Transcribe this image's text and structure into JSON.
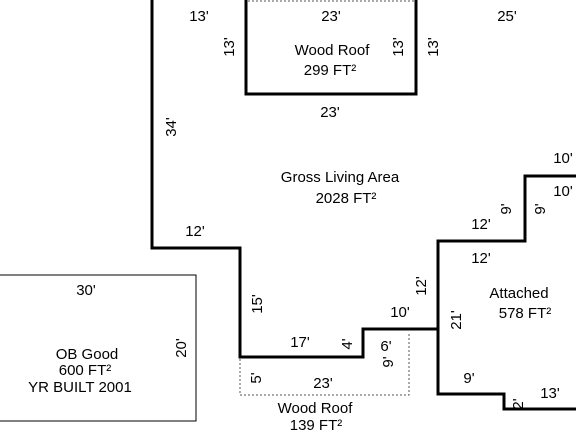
{
  "areas": {
    "wood_roof_top": {
      "name": "Wood Roof",
      "area": "299 FT²"
    },
    "gla": {
      "name": "Gross Living Area",
      "area": "2028 FT²"
    },
    "attached": {
      "name": "Attached",
      "area": "578 FT²"
    },
    "ob": {
      "name": "OB Good",
      "area": "600 FT²",
      "year": "YR BUILT 2001"
    },
    "wood_roof_bottom": {
      "name": "Wood Roof",
      "area": "139 FT²"
    }
  },
  "dimensions": {
    "gla_top_left": "13'",
    "gla_top_right": "25'",
    "gla_left": "34'",
    "gla_step_top": "12'",
    "gla_step_side": "15'",
    "gla_bottom": "17'",
    "gla_notch_side": "4'",
    "gla_notch_top": "10'",
    "gla_right_lower": "12'",
    "gla_right_step": "12'",
    "gla_right_step_side": "9'",
    "gla_right_top": "10'",
    "wood_top_top": "23'",
    "wood_top_left": "13'",
    "wood_top_right_in": "13'",
    "wood_top_right_out": "13'",
    "wood_top_bottom": "23'",
    "att_top": "10'",
    "att_right_side": "9'",
    "att_inner_top": "12'",
    "att_left": "21'",
    "att_bottom_side": "9'",
    "att_bottom_notch": "2'",
    "att_bottom": "13'",
    "wood_bot_left": "5'",
    "wood_bot_right": "6'",
    "wood_bot_right2": "9'",
    "wood_bot_bottom": "23'",
    "ob_top": "30'",
    "ob_right": "20'"
  }
}
